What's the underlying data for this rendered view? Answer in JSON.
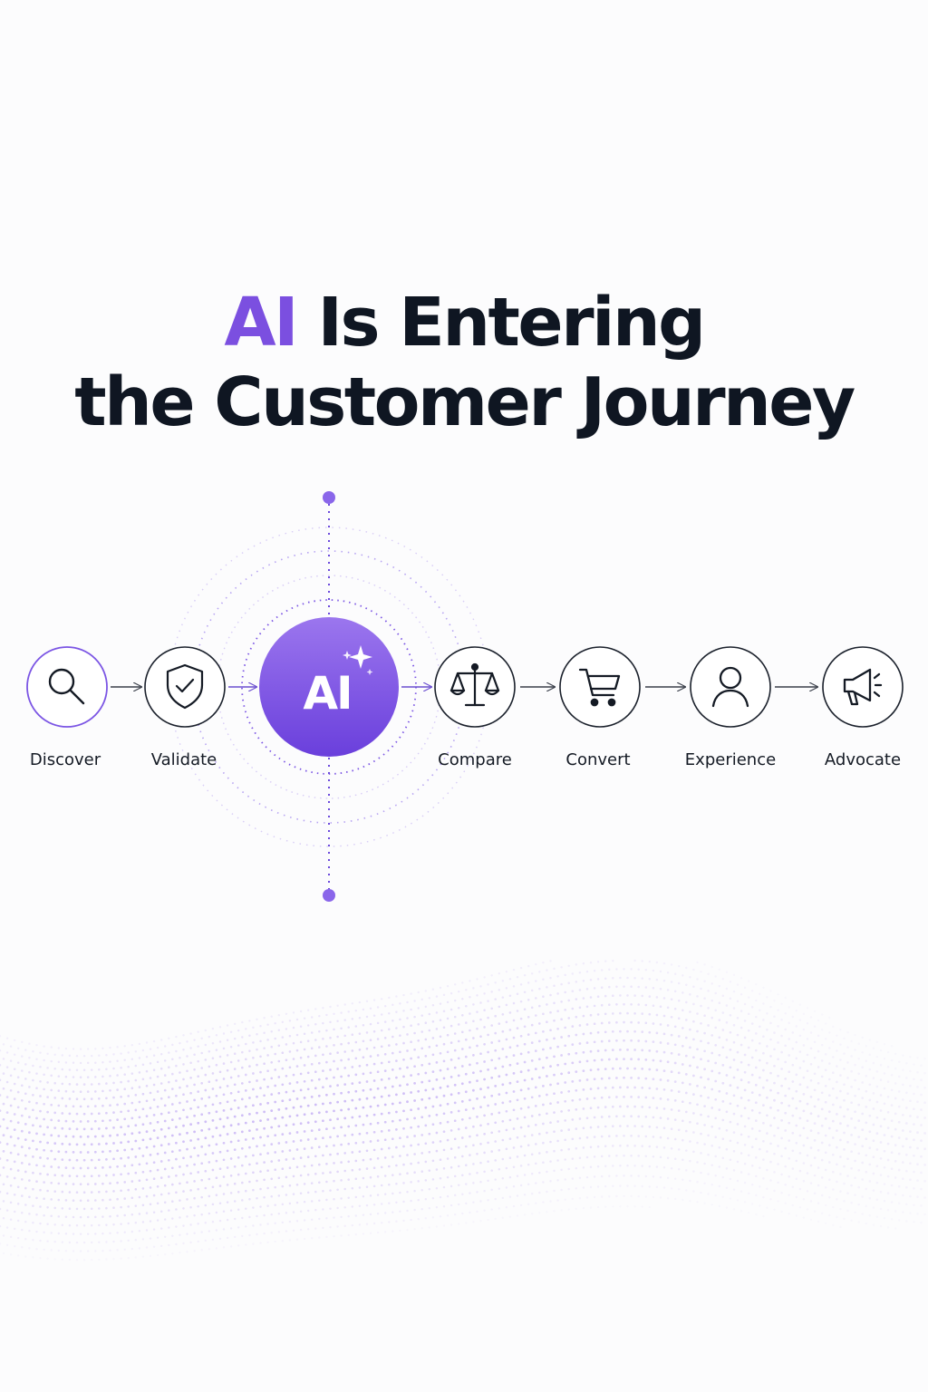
{
  "headline": {
    "accent": "AI",
    "line1_rest": "Is Entering",
    "line2": "the Customer Journey"
  },
  "center": {
    "label": "AI",
    "icon": "sparkle-icon"
  },
  "steps": [
    {
      "label": "Discover",
      "icon": "search-icon"
    },
    {
      "label": "Validate",
      "icon": "shield-check-icon"
    },
    {
      "label": "Compare",
      "icon": "scale-icon"
    },
    {
      "label": "Convert",
      "icon": "shopping-cart-icon"
    },
    {
      "label": "Experience",
      "icon": "user-icon"
    },
    {
      "label": "Advocate",
      "icon": "megaphone-icon"
    }
  ],
  "colors": {
    "accent": "#7b4fe0",
    "accent_light": "#a584f0",
    "text": "#0f1622",
    "background": "#fcfcfd"
  }
}
